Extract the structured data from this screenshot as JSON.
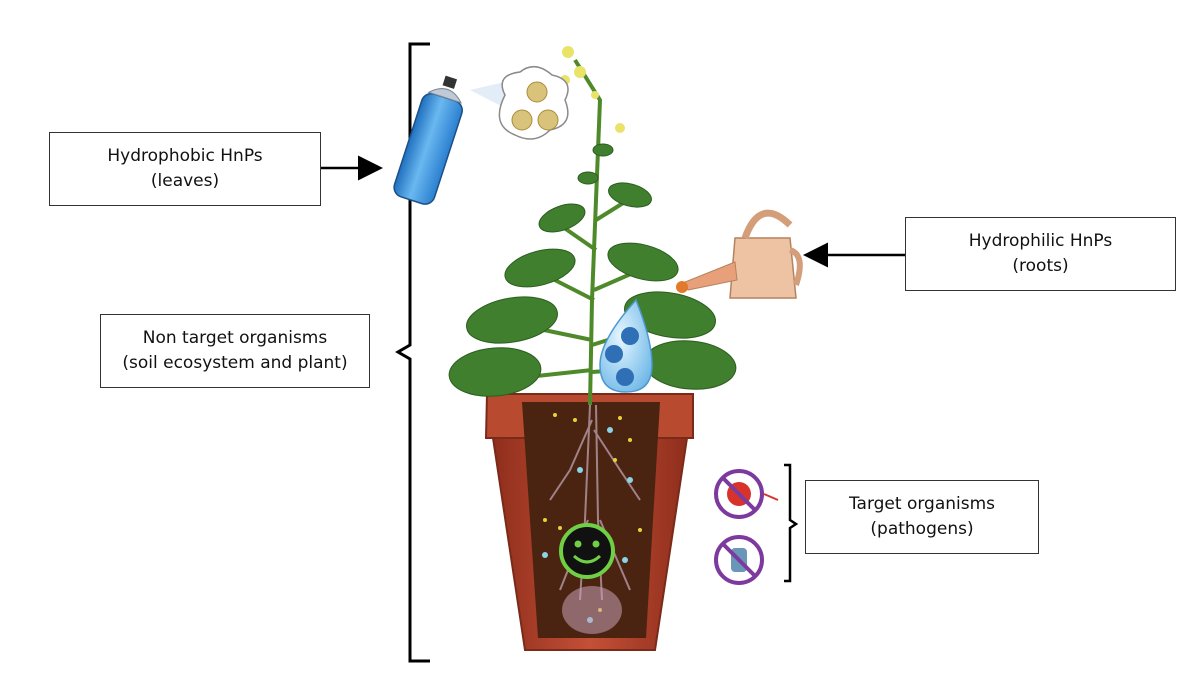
{
  "labels": {
    "hydrophobic": {
      "line1": "Hydrophobic HnPs",
      "line2": "(leaves)"
    },
    "hydrophilic": {
      "line1": "Hydrophilic HnPs",
      "line2": "(roots)"
    },
    "non_target": {
      "line1": "Non target organisms",
      "line2": "(soil ecosystem and plant)"
    },
    "target": {
      "line1": "Target organisms",
      "line2": "(pathogens)"
    }
  },
  "colors": {
    "leaf": "#3f7f2e",
    "pot": "#b5442c",
    "soil": "#4a2410",
    "spray_can": "#3d8fd8",
    "watering_can": "#e8b28e",
    "droplet": "#8cc9ee",
    "pathogen_ring": "#7d3a9e",
    "smiley_outline": "#6fcf45"
  },
  "icons": [
    "spray-can-icon",
    "watering-can-icon",
    "water-droplet-icon",
    "smiley-face-icon",
    "bacteria-prohibited-icon",
    "virus-prohibited-icon"
  ]
}
